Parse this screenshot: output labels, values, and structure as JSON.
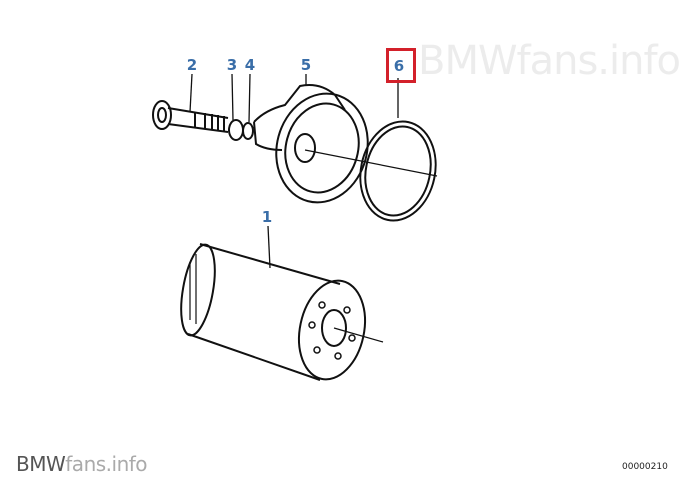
{
  "watermark": "BMWfans.info",
  "callouts": [
    {
      "number": "1"
    },
    {
      "number": "2"
    },
    {
      "number": "3"
    },
    {
      "number": "4"
    },
    {
      "number": "5"
    },
    {
      "number": "6"
    }
  ],
  "highlighted_callout": "6",
  "highlight_color": "#d3202a",
  "callout_color": "#3a6ea8",
  "footer": {
    "logo_main": "BMW",
    "logo_sub": "fans.info",
    "diagram_code": "00000210"
  }
}
